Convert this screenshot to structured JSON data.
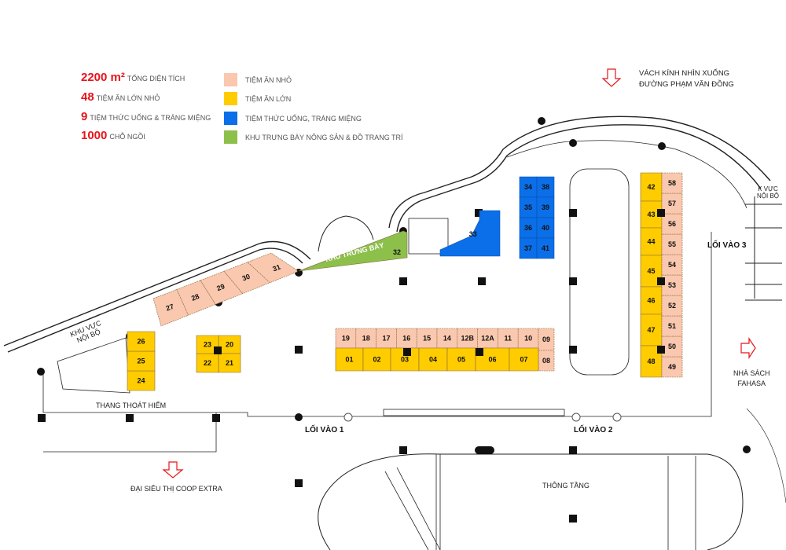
{
  "colors": {
    "small_food": "#F9C8AE",
    "large_food": "#FFCC00",
    "drinks": "#0A6FE8",
    "display": "#8CC04B",
    "accent": "#E8141C"
  },
  "stats": [
    {
      "value": "2200 m²",
      "label": "TỔNG DIỆN TÍCH"
    },
    {
      "value": "48",
      "label": "TIỆM ĂN LỚN NHỎ"
    },
    {
      "value": "9",
      "label": "TIỆM THỨC UỐNG & TRÁNG MIỆNG"
    },
    {
      "value": "1000",
      "label": "CHỖ NGỒI"
    }
  ],
  "legend": [
    {
      "label": "TIỆM ĂN NHỎ",
      "category": "small_food"
    },
    {
      "label": "TIỆM ĂN LỚN",
      "category": "large_food"
    },
    {
      "label": "TIỆM THỨC UỐNG, TRÁNG MIỆNG",
      "category": "drinks"
    },
    {
      "label": "KHU TRƯNG BÀY NÔNG SẢN & ĐỒ TRANG TRÍ",
      "category": "display"
    }
  ],
  "notes": {
    "glass_wall_line1": "VÁCH KÍNH  NHÌN XUỐNG",
    "glass_wall_line2": "ĐƯỜNG PHẠM VĂN ĐỒNG",
    "entrance1": "LỐI VÀO 1",
    "entrance2": "LỐI VÀO 2",
    "entrance3": "LỐI VÀO 3",
    "bookstore_line1": "NHÀ SÁCH",
    "bookstore_line2": "FAHASA",
    "supermarket": "ĐẠI SIÊU THỊ COOP EXTRA",
    "emergency_stairs": "THANG THOÁT HIỂM",
    "atrium": "THÔNG TẦNG",
    "internal_area_line1": "KHU VỰC",
    "internal_area_line2": "NỘI BỘ",
    "internal_area_right_line1": "K VỰC",
    "internal_area_right_line2": "NỘI BỘ",
    "display_area": "KHU TRƯNG BÀY"
  },
  "stalls": [
    {
      "id": "19",
      "category": "small_food"
    },
    {
      "id": "18",
      "category": "small_food"
    },
    {
      "id": "17",
      "category": "small_food"
    },
    {
      "id": "16",
      "category": "small_food"
    },
    {
      "id": "15",
      "category": "small_food"
    },
    {
      "id": "14",
      "category": "small_food"
    },
    {
      "id": "12B",
      "category": "small_food"
    },
    {
      "id": "12A",
      "category": "small_food"
    },
    {
      "id": "11",
      "category": "small_food"
    },
    {
      "id": "10",
      "category": "small_food"
    },
    {
      "id": "09",
      "category": "small_food"
    },
    {
      "id": "08",
      "category": "small_food"
    },
    {
      "id": "01",
      "category": "large_food"
    },
    {
      "id": "02",
      "category": "large_food"
    },
    {
      "id": "03",
      "category": "large_food"
    },
    {
      "id": "04",
      "category": "large_food"
    },
    {
      "id": "05",
      "category": "large_food"
    },
    {
      "id": "06",
      "category": "large_food"
    },
    {
      "id": "07",
      "category": "large_food"
    },
    {
      "id": "20",
      "category": "large_food"
    },
    {
      "id": "21",
      "category": "large_food"
    },
    {
      "id": "22",
      "category": "large_food"
    },
    {
      "id": "23",
      "category": "large_food"
    },
    {
      "id": "24",
      "category": "large_food"
    },
    {
      "id": "25",
      "category": "large_food"
    },
    {
      "id": "26",
      "category": "large_food"
    },
    {
      "id": "27",
      "category": "small_food"
    },
    {
      "id": "28",
      "category": "small_food"
    },
    {
      "id": "29",
      "category": "small_food"
    },
    {
      "id": "30",
      "category": "small_food"
    },
    {
      "id": "31",
      "category": "small_food"
    },
    {
      "id": "32",
      "category": "display"
    },
    {
      "id": "33",
      "category": "drinks"
    },
    {
      "id": "34",
      "category": "drinks"
    },
    {
      "id": "35",
      "category": "drinks"
    },
    {
      "id": "36",
      "category": "drinks"
    },
    {
      "id": "37",
      "category": "drinks"
    },
    {
      "id": "38",
      "category": "drinks"
    },
    {
      "id": "39",
      "category": "drinks"
    },
    {
      "id": "40",
      "category": "drinks"
    },
    {
      "id": "41",
      "category": "drinks"
    },
    {
      "id": "42",
      "category": "large_food"
    },
    {
      "id": "43",
      "category": "large_food"
    },
    {
      "id": "44",
      "category": "large_food"
    },
    {
      "id": "45",
      "category": "large_food"
    },
    {
      "id": "46",
      "category": "large_food"
    },
    {
      "id": "47",
      "category": "large_food"
    },
    {
      "id": "48",
      "category": "large_food"
    },
    {
      "id": "49",
      "category": "small_food"
    },
    {
      "id": "50",
      "category": "small_food"
    },
    {
      "id": "51",
      "category": "small_food"
    },
    {
      "id": "52",
      "category": "small_food"
    },
    {
      "id": "53",
      "category": "small_food"
    },
    {
      "id": "54",
      "category": "small_food"
    },
    {
      "id": "55",
      "category": "small_food"
    },
    {
      "id": "56",
      "category": "small_food"
    },
    {
      "id": "57",
      "category": "small_food"
    },
    {
      "id": "58",
      "category": "small_food"
    }
  ]
}
